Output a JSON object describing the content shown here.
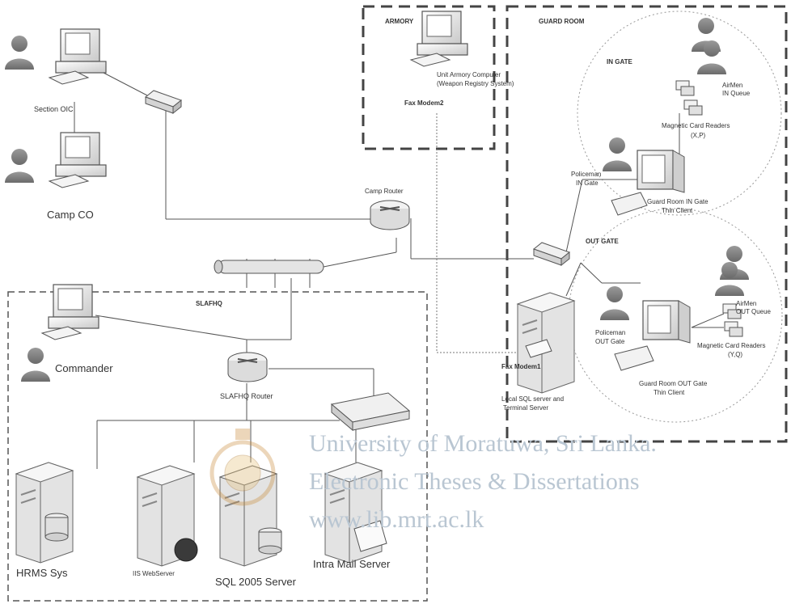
{
  "zones": {
    "armory": "ARMORY",
    "guard_room": "GUARD ROOM",
    "in_gate": "IN GATE",
    "out_gate": "OUT GATE",
    "slafhq": "SLAFHQ"
  },
  "labels": {
    "section_oic": "Section OIC",
    "camp_co": "Camp CO",
    "camp_router": "Camp Router",
    "commander": "Commander",
    "slafhq_router": "SLAFHQ Router",
    "hrms": "HRMS Sys",
    "iis": "IIS WebServer",
    "sql2005": "SQL 2005 Server",
    "intra_mail": "Intra Mail Server",
    "armory_computer_1": "Unit Armory Computer",
    "armory_computer_2": "(Weapon Registry System)",
    "fax_modem_armory": "Fax Modem2",
    "airmen_in_1": "AirMen",
    "airmen_in_2": "IN Queue",
    "mcr_in_1": "Magnetic Card Readers",
    "mcr_in_2": "(X,P)",
    "policeman_in_1": "Policeman",
    "policeman_in_2": "IN Gate",
    "guard_in_1": "Guard Room IN Gate",
    "guard_in_2": "Thin Client",
    "airmen_out_1": "AirMen",
    "airmen_out_2": "OUT Queue",
    "mcr_out_1": "Magnetic Card Readers",
    "mcr_out_2": "(Y,Q)",
    "policeman_out_1": "Policeman",
    "policeman_out_2": "OUT Gate",
    "guard_out_1": "Guard Room OUT Gate",
    "guard_out_2": "Thin Client",
    "fax_modem_local": "Fax Modem1",
    "local_sql_1": "Local SQL server and",
    "local_sql_2": "Terminal Server"
  },
  "watermark": {
    "line1": "University of Moratuwa, Sri Lanka.",
    "line2": "Electronic Theses & Dissertations",
    "line3": "www.lib.mrt.ac.lk"
  },
  "colors": {
    "line": "#555555",
    "dash": "#444444",
    "device_fill": "#eeeeee",
    "person": "#8a8a8a",
    "watermark": "#b9c6d2"
  }
}
